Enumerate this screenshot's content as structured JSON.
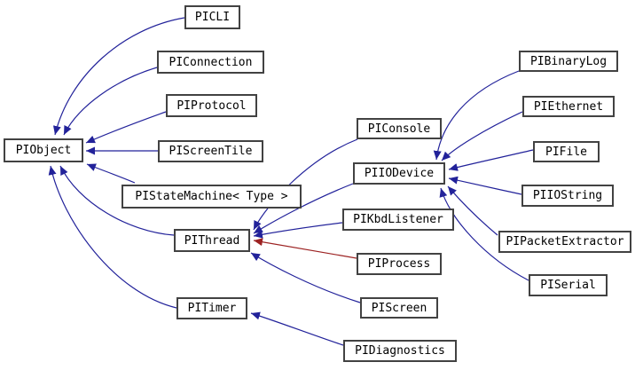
{
  "diagram": {
    "kind": "class-inheritance-graph",
    "colors": {
      "public_inheritance": "#22229a",
      "private_inheritance": "#9c2222",
      "box_border": "#424242",
      "box_background": "#ffffff",
      "text": "#000000",
      "page_background": "#ffffff"
    },
    "nodes": [
      {
        "id": "PIObject",
        "label": "PIObject"
      },
      {
        "id": "PICLI",
        "label": "PICLI"
      },
      {
        "id": "PIConnection",
        "label": "PIConnection"
      },
      {
        "id": "PIProtocol",
        "label": "PIProtocol"
      },
      {
        "id": "PIScreenTile",
        "label": "PIScreenTile"
      },
      {
        "id": "PIStateMachine",
        "label": "PIStateMachine< Type >"
      },
      {
        "id": "PIThread",
        "label": "PIThread"
      },
      {
        "id": "PITimer",
        "label": "PITimer"
      },
      {
        "id": "PIConsole",
        "label": "PIConsole"
      },
      {
        "id": "PIIODevice",
        "label": "PIIODevice"
      },
      {
        "id": "PIKbdListener",
        "label": "PIKbdListener"
      },
      {
        "id": "PIProcess",
        "label": "PIProcess"
      },
      {
        "id": "PIScreen",
        "label": "PIScreen"
      },
      {
        "id": "PIDiagnostics",
        "label": "PIDiagnostics"
      },
      {
        "id": "PIBinaryLog",
        "label": "PIBinaryLog"
      },
      {
        "id": "PIEthernet",
        "label": "PIEthernet"
      },
      {
        "id": "PIFile",
        "label": "PIFile"
      },
      {
        "id": "PIIOString",
        "label": "PIIOString"
      },
      {
        "id": "PIPacketExtractor",
        "label": "PIPacketExtractor"
      },
      {
        "id": "PISerial",
        "label": "PISerial"
      }
    ],
    "edges": [
      {
        "from": "PICLI",
        "to": "PIObject",
        "type": "public"
      },
      {
        "from": "PIConnection",
        "to": "PIObject",
        "type": "public"
      },
      {
        "from": "PIProtocol",
        "to": "PIObject",
        "type": "public"
      },
      {
        "from": "PIScreenTile",
        "to": "PIObject",
        "type": "public"
      },
      {
        "from": "PIStateMachine",
        "to": "PIObject",
        "type": "public"
      },
      {
        "from": "PIThread",
        "to": "PIObject",
        "type": "public"
      },
      {
        "from": "PITimer",
        "to": "PIObject",
        "type": "public"
      },
      {
        "from": "PIConsole",
        "to": "PIThread",
        "type": "public"
      },
      {
        "from": "PIIODevice",
        "to": "PIThread",
        "type": "public"
      },
      {
        "from": "PIKbdListener",
        "to": "PIThread",
        "type": "public"
      },
      {
        "from": "PIProcess",
        "to": "PIThread",
        "type": "private"
      },
      {
        "from": "PIScreen",
        "to": "PIThread",
        "type": "public"
      },
      {
        "from": "PIDiagnostics",
        "to": "PITimer",
        "type": "public"
      },
      {
        "from": "PIBinaryLog",
        "to": "PIIODevice",
        "type": "public"
      },
      {
        "from": "PIEthernet",
        "to": "PIIODevice",
        "type": "public"
      },
      {
        "from": "PIFile",
        "to": "PIIODevice",
        "type": "public"
      },
      {
        "from": "PIIOString",
        "to": "PIIODevice",
        "type": "public"
      },
      {
        "from": "PIPacketExtractor",
        "to": "PIIODevice",
        "type": "public"
      },
      {
        "from": "PISerial",
        "to": "PIIODevice",
        "type": "public"
      }
    ]
  }
}
